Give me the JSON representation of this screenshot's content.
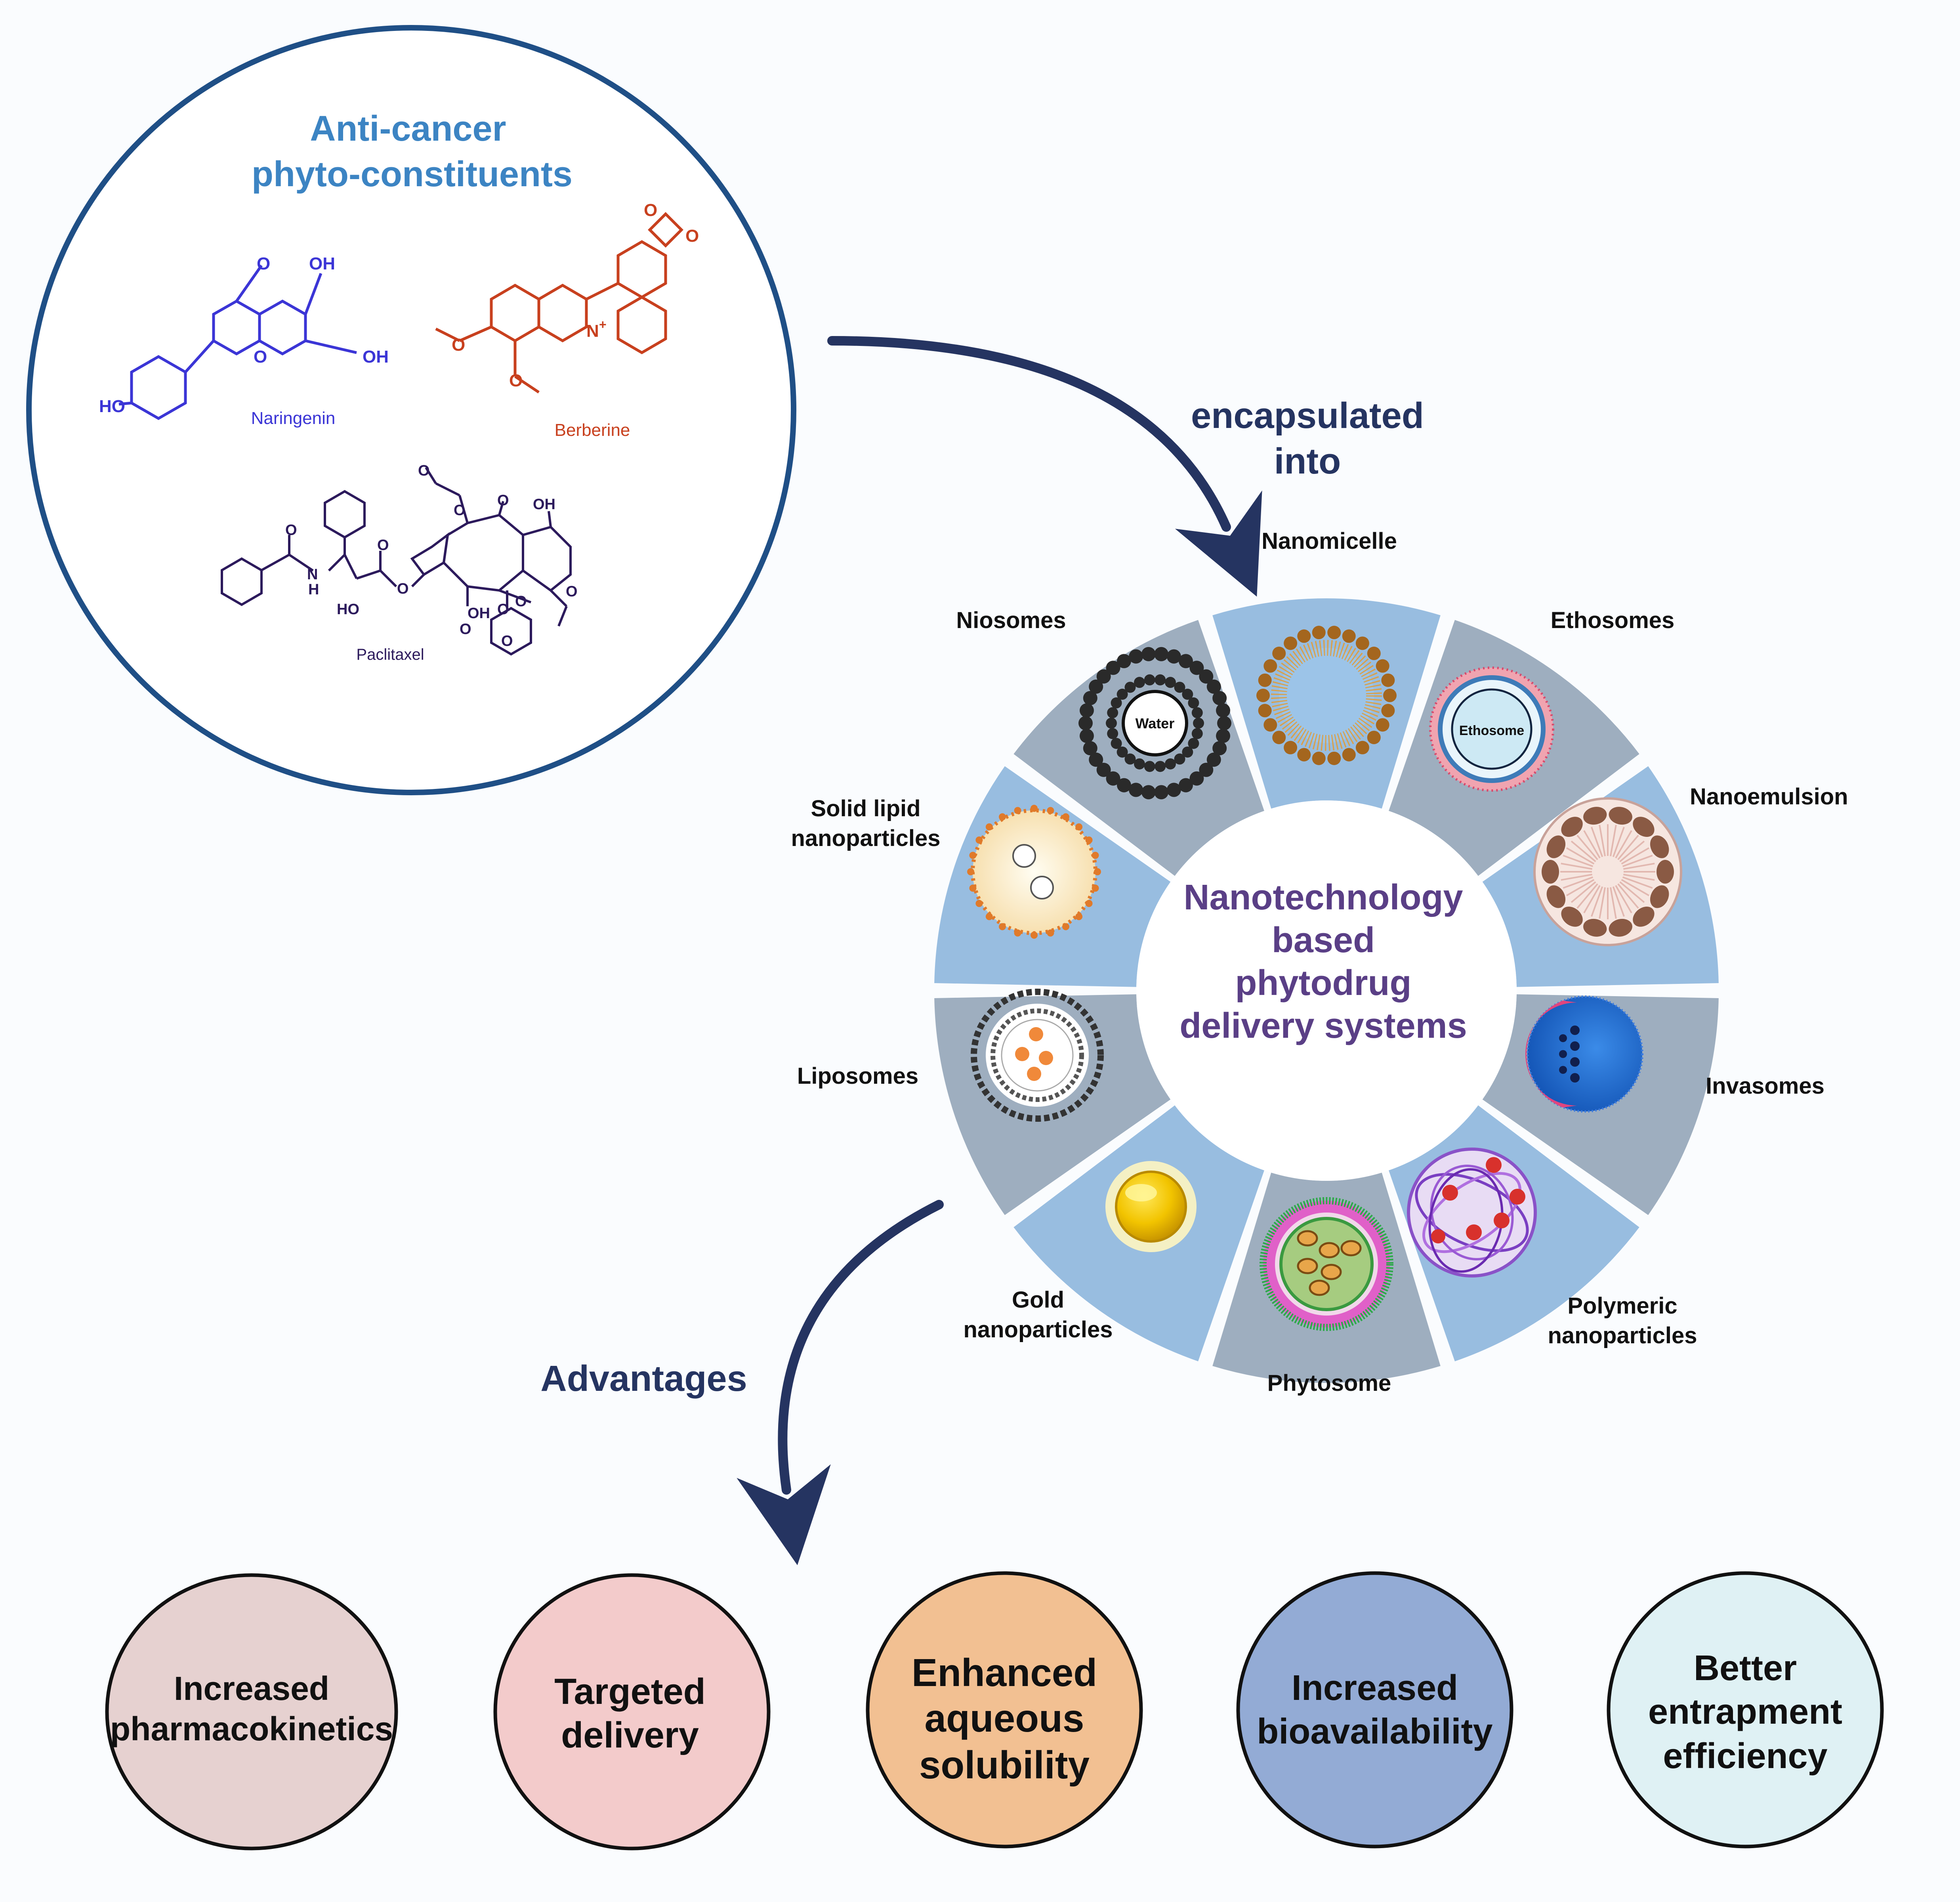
{
  "source_panel": {
    "title_line1": "Anti-cancer",
    "title_line2": "phyto-constituents",
    "compounds": [
      {
        "name": "Naringenin",
        "color": "#3b35d6"
      },
      {
        "name": "Berberine",
        "color": "#c8401e"
      },
      {
        "name": "Paclitaxel",
        "color": "#2c1a5c"
      }
    ],
    "atoms": {
      "naringenin": [
        "O",
        "OH",
        "OH",
        "O",
        "HO"
      ],
      "berberine": [
        "O",
        "O",
        "O",
        "O",
        "N",
        "+"
      ],
      "paclitaxel": [
        "O",
        "O",
        "O",
        "OH",
        "O",
        "O",
        "N",
        "H",
        "O",
        "HO",
        "O",
        "OH",
        "O",
        "O",
        "O",
        "O"
      ]
    }
  },
  "arrows": {
    "encapsulated_line1": "encapsulated",
    "encapsulated_line2": "into",
    "advantages": "Advantages"
  },
  "wheel": {
    "center_lines": [
      "Nanotechnology",
      "based",
      "phytodrug",
      "delivery systems"
    ],
    "segments": [
      {
        "label": "Nanomicelle"
      },
      {
        "label": "Ethosomes",
        "inner_text": "Ethosome"
      },
      {
        "label": "Nanoemulsion"
      },
      {
        "label": "Invasomes"
      },
      {
        "label": "Polymeric nanoparticles",
        "lines": [
          "Polymeric",
          "nanoparticles"
        ]
      },
      {
        "label": "Phytosome"
      },
      {
        "label": "Gold nanoparticles",
        "lines": [
          "Gold",
          "nanoparticles"
        ]
      },
      {
        "label": "Liposomes"
      },
      {
        "label": "Solid lipid nanoparticles",
        "lines": [
          "Solid lipid",
          "nanoparticles"
        ]
      },
      {
        "label": "Niosomes",
        "inner_text": "Water"
      }
    ]
  },
  "advantages": [
    {
      "lines": [
        "Increased",
        "pharmacokinetics"
      ],
      "color": "#e6d1d0"
    },
    {
      "lines": [
        "Targeted",
        "delivery"
      ],
      "color": "#f3cbcb"
    },
    {
      "lines": [
        "Enhanced",
        "aqueous",
        "solubility"
      ],
      "color": "#f2c092"
    },
    {
      "lines": [
        "Increased",
        "bioavailability"
      ],
      "color": "#93abd5"
    },
    {
      "lines": [
        "Better",
        "entrapment",
        "efficiency"
      ],
      "color": "#dff1f4"
    }
  ],
  "colors": {
    "title_blue": "#3c84c3",
    "navy": "#253461",
    "circle_border": "#1f4f86",
    "center_text": "#5a3f86",
    "segment_light": "#98bde0",
    "segment_gray": "#9eaebf"
  }
}
